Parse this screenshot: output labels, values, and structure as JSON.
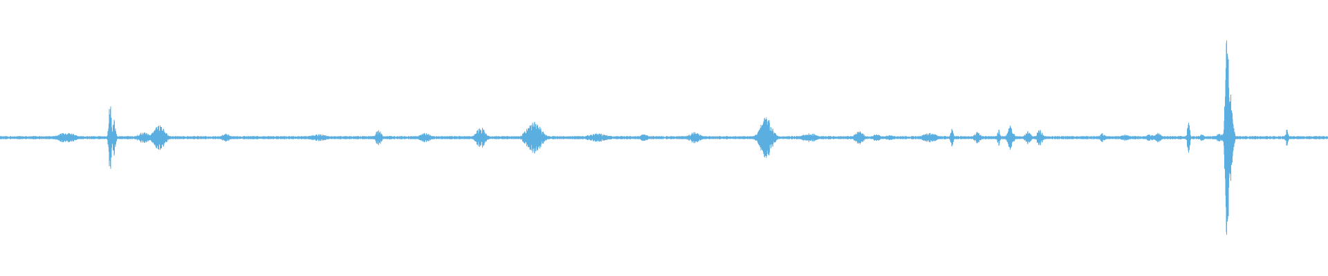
{
  "waveform": {
    "color": "#5aaee0",
    "background": "#ffffff",
    "baseline_amplitude": 0.012,
    "duration_fraction_range": [
      0,
      1
    ],
    "bursts": [
      {
        "position": 0.05,
        "amplitude": 0.04,
        "spread": 0.006
      },
      {
        "position": 0.083,
        "amplitude": 0.27,
        "spread": 0.001
      },
      {
        "position": 0.086,
        "amplitude": 0.13,
        "spread": 0.001
      },
      {
        "position": 0.12,
        "amplitude": 0.09,
        "spread": 0.004
      },
      {
        "position": 0.108,
        "amplitude": 0.04,
        "spread": 0.004
      },
      {
        "position": 0.17,
        "amplitude": 0.03,
        "spread": 0.003
      },
      {
        "position": 0.24,
        "amplitude": 0.025,
        "spread": 0.006
      },
      {
        "position": 0.285,
        "amplitude": 0.06,
        "spread": 0.002
      },
      {
        "position": 0.32,
        "amplitude": 0.035,
        "spread": 0.004
      },
      {
        "position": 0.362,
        "amplitude": 0.08,
        "spread": 0.003
      },
      {
        "position": 0.402,
        "amplitude": 0.12,
        "spread": 0.005
      },
      {
        "position": 0.45,
        "amplitude": 0.03,
        "spread": 0.008
      },
      {
        "position": 0.485,
        "amplitude": 0.025,
        "spread": 0.003
      },
      {
        "position": 0.523,
        "amplitude": 0.04,
        "spread": 0.004
      },
      {
        "position": 0.577,
        "amplitude": 0.16,
        "spread": 0.004
      },
      {
        "position": 0.61,
        "amplitude": 0.035,
        "spread": 0.005
      },
      {
        "position": 0.647,
        "amplitude": 0.05,
        "spread": 0.003
      },
      {
        "position": 0.66,
        "amplitude": 0.025,
        "spread": 0.003
      },
      {
        "position": 0.67,
        "amplitude": 0.02,
        "spread": 0.003
      },
      {
        "position": 0.7,
        "amplitude": 0.035,
        "spread": 0.005
      },
      {
        "position": 0.717,
        "amplitude": 0.08,
        "spread": 0.001
      },
      {
        "position": 0.736,
        "amplitude": 0.045,
        "spread": 0.002
      },
      {
        "position": 0.752,
        "amplitude": 0.06,
        "spread": 0.001
      },
      {
        "position": 0.761,
        "amplitude": 0.09,
        "spread": 0.002
      },
      {
        "position": 0.774,
        "amplitude": 0.05,
        "spread": 0.002
      },
      {
        "position": 0.783,
        "amplitude": 0.06,
        "spread": 0.002
      },
      {
        "position": 0.83,
        "amplitude": 0.035,
        "spread": 0.002
      },
      {
        "position": 0.847,
        "amplitude": 0.025,
        "spread": 0.003
      },
      {
        "position": 0.866,
        "amplitude": 0.025,
        "spread": 0.003
      },
      {
        "position": 0.872,
        "amplitude": 0.035,
        "spread": 0.002
      },
      {
        "position": 0.895,
        "amplitude": 0.15,
        "spread": 0.0008
      },
      {
        "position": 0.905,
        "amplitude": 0.025,
        "spread": 0.002
      },
      {
        "position": 0.918,
        "amplitude": 0.03,
        "spread": 0.003
      },
      {
        "position": 0.924,
        "amplitude": 0.82,
        "spread": 0.0012
      },
      {
        "position": 0.9255,
        "amplitude": 0.4,
        "spread": 0.002
      },
      {
        "position": 0.969,
        "amplitude": 0.06,
        "spread": 0.001
      }
    ]
  }
}
